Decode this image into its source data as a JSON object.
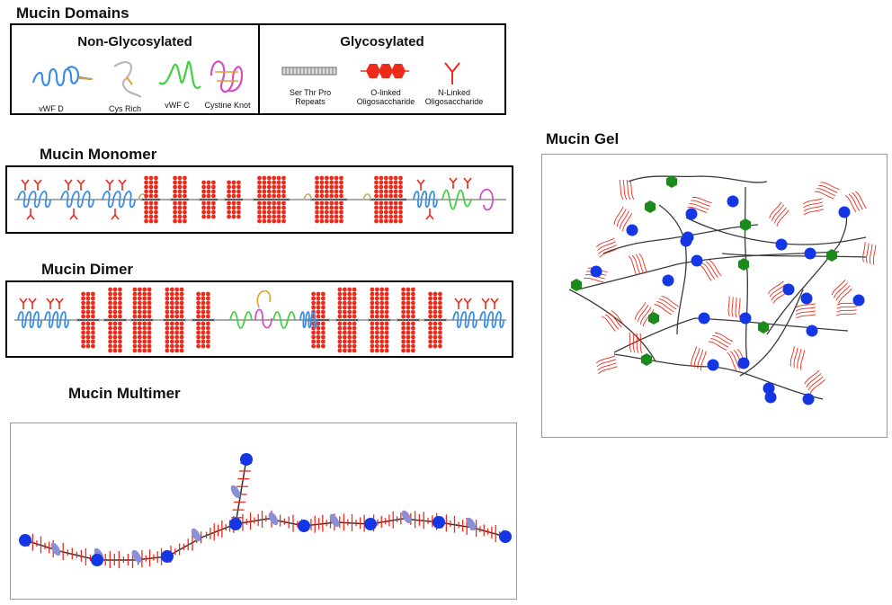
{
  "domains": {
    "title": "Mucin Domains",
    "non_glyco_title": "Non-Glycosylated",
    "glyco_title": "Glycosylated",
    "items": [
      {
        "label": "vWF D"
      },
      {
        "label": "Cys Rich"
      },
      {
        "label": "vWF C"
      },
      {
        "label": "Cystine Knot"
      },
      {
        "label": "Ser Thr Pro Repeats"
      },
      {
        "label": "O-linked Oligosaccharide"
      },
      {
        "label": "N-Linked Oligosaccharide"
      }
    ]
  },
  "monomer": {
    "title": "Mucin Monomer"
  },
  "dimer": {
    "title": "Mucin Dimer"
  },
  "multimer": {
    "title": "Mucin Multimer"
  },
  "gel": {
    "title": "Mucin Gel"
  },
  "colors": {
    "vwfd": "#3a8ee6",
    "cys": "#c9b27a",
    "vwfc": "#3fd13f",
    "knot": "#d44fc6",
    "glycan": "#ee2a1a",
    "backbone": "#555555",
    "blue_node": "#1437e6",
    "green_node": "#1a8a1a",
    "lavender": "#8b8fd6"
  }
}
